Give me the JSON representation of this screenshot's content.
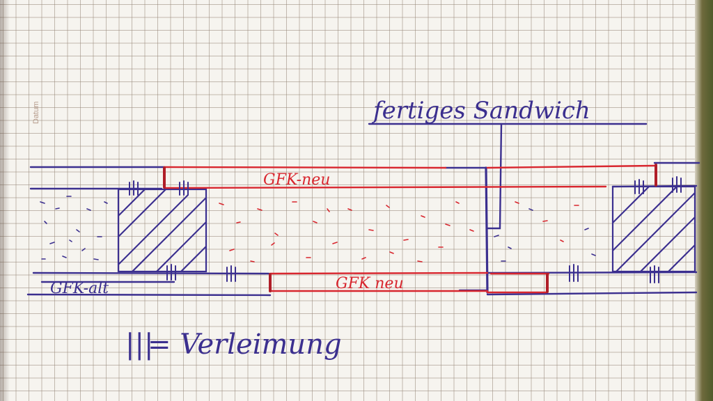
{
  "paper": {
    "header_label": "Datum"
  },
  "labels": {
    "finished_sandwich": "fertiges Sandwich",
    "gfk_new_top": "GFK-neu",
    "gfk_new_bottom": "GFK neu",
    "gfk_old": "GFK-alt",
    "legend_symbol": "|||",
    "legend_text": "= Verleimung"
  },
  "colors": {
    "ink_blue": "#3b2f8f",
    "ink_red": "#d8262e",
    "paper": "#f6f4ef",
    "grid": "#9a8c80"
  }
}
